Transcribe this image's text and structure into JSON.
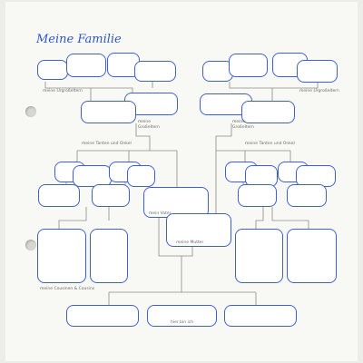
{
  "page_title": "Meine Familie",
  "labels": {
    "great_grandparents_left": "meine Urgroßeltern",
    "great_grandparents_right": "meine Urgroßeltern",
    "grandparents_left_line1": "meine",
    "grandparents_left_line2": "Großeltern",
    "grandparents_right_line1": "meine",
    "grandparents_right_line2": "Großeltern",
    "aunts_uncles_left": "meine Tanten und Onkel",
    "aunts_uncles_right": "meine Tanten und Onkel",
    "father": "mein Vater",
    "mother": "meine Mutter",
    "cousins": "meine Cousinen & Cousins",
    "self": "hier bin ich"
  },
  "colors": {
    "box_border": "#3f5fd0",
    "connector": "#8a8a8a",
    "title": "#2f56c9",
    "label": "#6b6b6b"
  }
}
